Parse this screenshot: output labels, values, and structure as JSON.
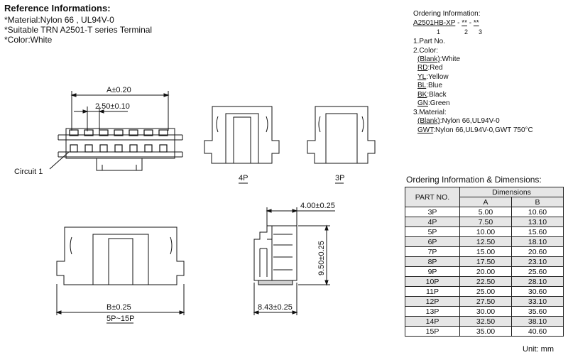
{
  "reference": {
    "title": "Reference Informations:",
    "lines": [
      "*Material:Nylon 66 , UL94V-0",
      "*Suitable TRN A2501-T series Terminal",
      "*Color:White"
    ]
  },
  "ordering_info": {
    "title": "Ordering Information:",
    "part_code": "A2501HB-XP",
    "sep1": " - ",
    "code2": "**",
    "sep2": " - ",
    "code3": "**",
    "idx1": "1",
    "idx2": "2",
    "idx3": "3",
    "items": [
      {
        "label": "1.Part No.",
        "sub": []
      },
      {
        "label": "2.Color:",
        "sub": [
          {
            "code": "(Blank)",
            "desc": ":White"
          },
          {
            "code": "RD",
            "desc": ":Red"
          },
          {
            "code": "YL",
            "desc": ":Yellow"
          },
          {
            "code": "BL",
            "desc": ":Blue"
          },
          {
            "code": "BK",
            "desc": ":Black"
          },
          {
            "code": "GN",
            "desc": ":Green"
          }
        ]
      },
      {
        "label": "3.Material:",
        "sub": [
          {
            "code": "(Blank)",
            "desc": ":Nylon 66,UL94V-0"
          },
          {
            "code": "GWT",
            "desc": ":Nylon 66,UL94V-0,GWT 750°C"
          }
        ]
      }
    ]
  },
  "drawing": {
    "dim_a": "A±0.20",
    "pitch": "2.50±0.10",
    "circuit1": "Circuit 1",
    "view_4p": "4P",
    "view_3p": "3P",
    "dim_b": "B±0.25",
    "view_5p_15p": "5P~15P",
    "side_width": "4.00±0.25",
    "side_height": "9.50±0.25",
    "side_depth": "8.43±0.25"
  },
  "table": {
    "title": "Ordering Information & Dimensions:",
    "col_part": "PART NO.",
    "col_dims": "Dimensions",
    "col_a": "A",
    "col_b": "B",
    "rows": [
      {
        "part": "3P",
        "a": "5.00",
        "b": "10.60"
      },
      {
        "part": "4P",
        "a": "7.50",
        "b": "13.10"
      },
      {
        "part": "5P",
        "a": "10.00",
        "b": "15.60"
      },
      {
        "part": "6P",
        "a": "12.50",
        "b": "18.10"
      },
      {
        "part": "7P",
        "a": "15.00",
        "b": "20.60"
      },
      {
        "part": "8P",
        "a": "17.50",
        "b": "23.10"
      },
      {
        "part": "9P",
        "a": "20.00",
        "b": "25.60"
      },
      {
        "part": "10P",
        "a": "22.50",
        "b": "28.10"
      },
      {
        "part": "11P",
        "a": "25.00",
        "b": "30.60"
      },
      {
        "part": "12P",
        "a": "27.50",
        "b": "33.10"
      },
      {
        "part": "13P",
        "a": "30.00",
        "b": "35.60"
      },
      {
        "part": "14P",
        "a": "32.50",
        "b": "38.10"
      },
      {
        "part": "15P",
        "a": "35.00",
        "b": "40.60"
      }
    ],
    "unit": "Unit: mm"
  }
}
